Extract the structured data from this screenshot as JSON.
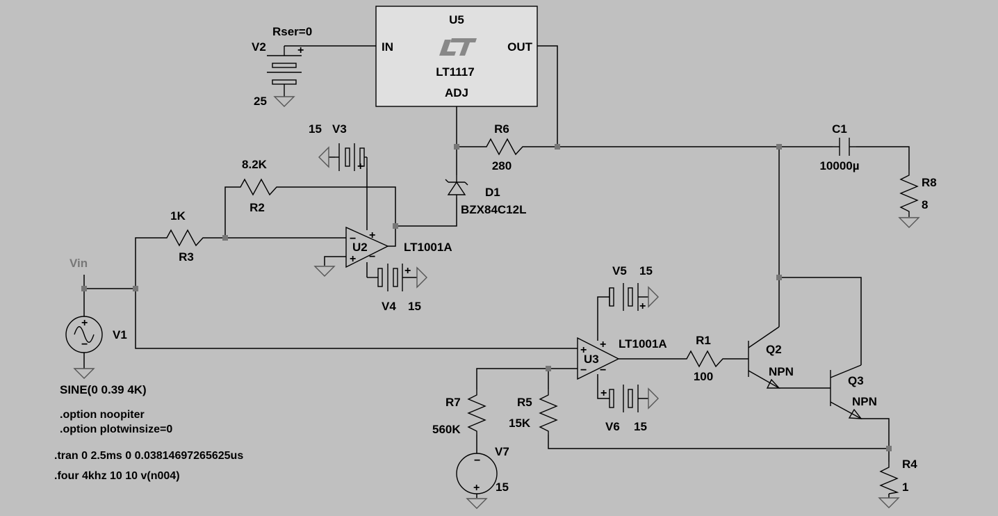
{
  "regulator": {
    "ref": "U5",
    "part": "LT1117",
    "pin_in": "IN",
    "pin_out": "OUT",
    "pin_adj": "ADJ"
  },
  "v2": {
    "ref": "V2",
    "value": "25",
    "param": "Rser=0"
  },
  "v3": {
    "ref": "V3",
    "value": "15"
  },
  "v4": {
    "ref": "V4",
    "value": "15"
  },
  "v5": {
    "ref": "V5",
    "value": "15"
  },
  "v6": {
    "ref": "V6",
    "value": "15"
  },
  "v7": {
    "ref": "V7",
    "value": "15"
  },
  "v1": {
    "ref": "V1",
    "value": "SINE(0 0.39 4K)"
  },
  "vin_label": "Vin",
  "r1": {
    "ref": "R1",
    "value": "100"
  },
  "r2": {
    "ref": "R2",
    "value": "8.2K"
  },
  "r3": {
    "ref": "R3",
    "value": "1K"
  },
  "r4": {
    "ref": "R4",
    "value": "1"
  },
  "r5": {
    "ref": "R5",
    "value": "15K"
  },
  "r6": {
    "ref": "R6",
    "value": "280"
  },
  "r7": {
    "ref": "R7",
    "value": "560K"
  },
  "r8": {
    "ref": "R8",
    "value": "8"
  },
  "c1": {
    "ref": "C1",
    "value": "10000µ"
  },
  "d1": {
    "ref": "D1",
    "value": "BZX84C12L"
  },
  "u2": {
    "ref": "U2",
    "value": "LT1001A"
  },
  "u3": {
    "ref": "U3",
    "value": "LT1001A"
  },
  "q2": {
    "ref": "Q2",
    "value": "NPN"
  },
  "q3": {
    "ref": "Q3",
    "value": "NPN"
  },
  "directives": [
    ".option noopiter",
    ".option plotwinsize=0",
    ".tran 0 2.5ms 0 0.03814697265625us",
    ".four 4khz 10 10 v(n004)"
  ]
}
